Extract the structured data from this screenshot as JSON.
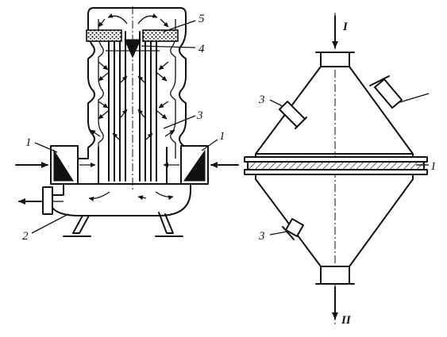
{
  "left_apparatus": {
    "labels": {
      "l1_left": "1",
      "l1_right": "1",
      "l2": "2",
      "l3": "3",
      "l4": "4",
      "l5": "5"
    }
  },
  "right_apparatus": {
    "labels": {
      "inlet": "I",
      "outlet": "II",
      "l1": "1",
      "l3_top": "3",
      "l3_bottom": "3"
    }
  },
  "colors": {
    "ink": "#111111",
    "background": "#ffffff"
  }
}
